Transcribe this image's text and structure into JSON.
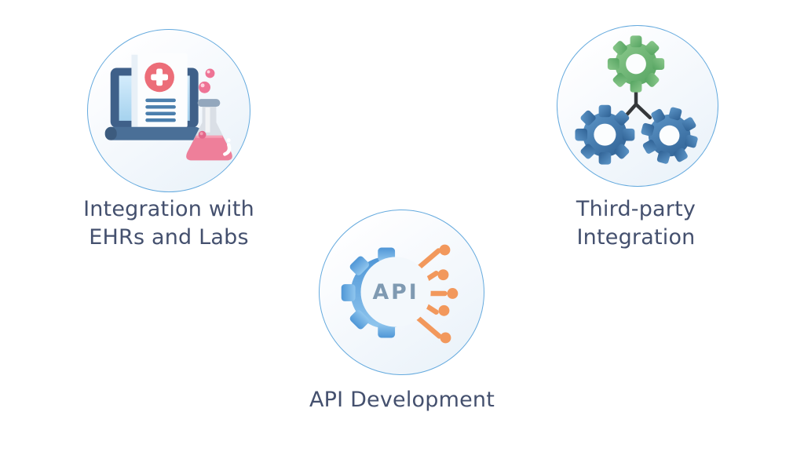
{
  "features": [
    {
      "id": "integration-ehrs-labs",
      "icon": "laptop-medical-document-flask-icon",
      "label_lines": [
        "Integration with",
        "EHRs and Labs"
      ]
    },
    {
      "id": "third-party-integration",
      "icon": "three-connected-gears-icon",
      "label_lines": [
        "Third-party",
        "Integration"
      ]
    },
    {
      "id": "api-development",
      "icon": "api-gear-circuit-icon",
      "icon_text": "API",
      "label_lines": [
        "API Development"
      ]
    }
  ],
  "colors": {
    "background": "#ffffff",
    "circle_border": "#65aade",
    "circle_fill_top": "#fefeff",
    "circle_fill_bottom": "#e8f1f9",
    "label_text": "#44506e",
    "laptop_frame": "#3f6089",
    "laptop_base": "#4a6f97",
    "laptop_base_cap": "#3c5b7e",
    "screen_blue": "#bcdff4",
    "medical_red": "#ec6d78",
    "cross_white": "#ffffff",
    "document_lines_blue": "#4b7fad",
    "document_white": "#fcfdfe",
    "flask_glass": "#dadfe6",
    "flask_cap": "#93a7bd",
    "flask_liquid_pink": "#ee7f9a",
    "bubble_pink": "#ee7395",
    "gear_green": "#6ab870",
    "gear_blue": "#3c74a8",
    "connector_dark": "#35383b",
    "api_gear_blue": "#5fa5e0",
    "api_text_gray": "#7f9ab2",
    "circuit_orange": "#f2985c"
  }
}
